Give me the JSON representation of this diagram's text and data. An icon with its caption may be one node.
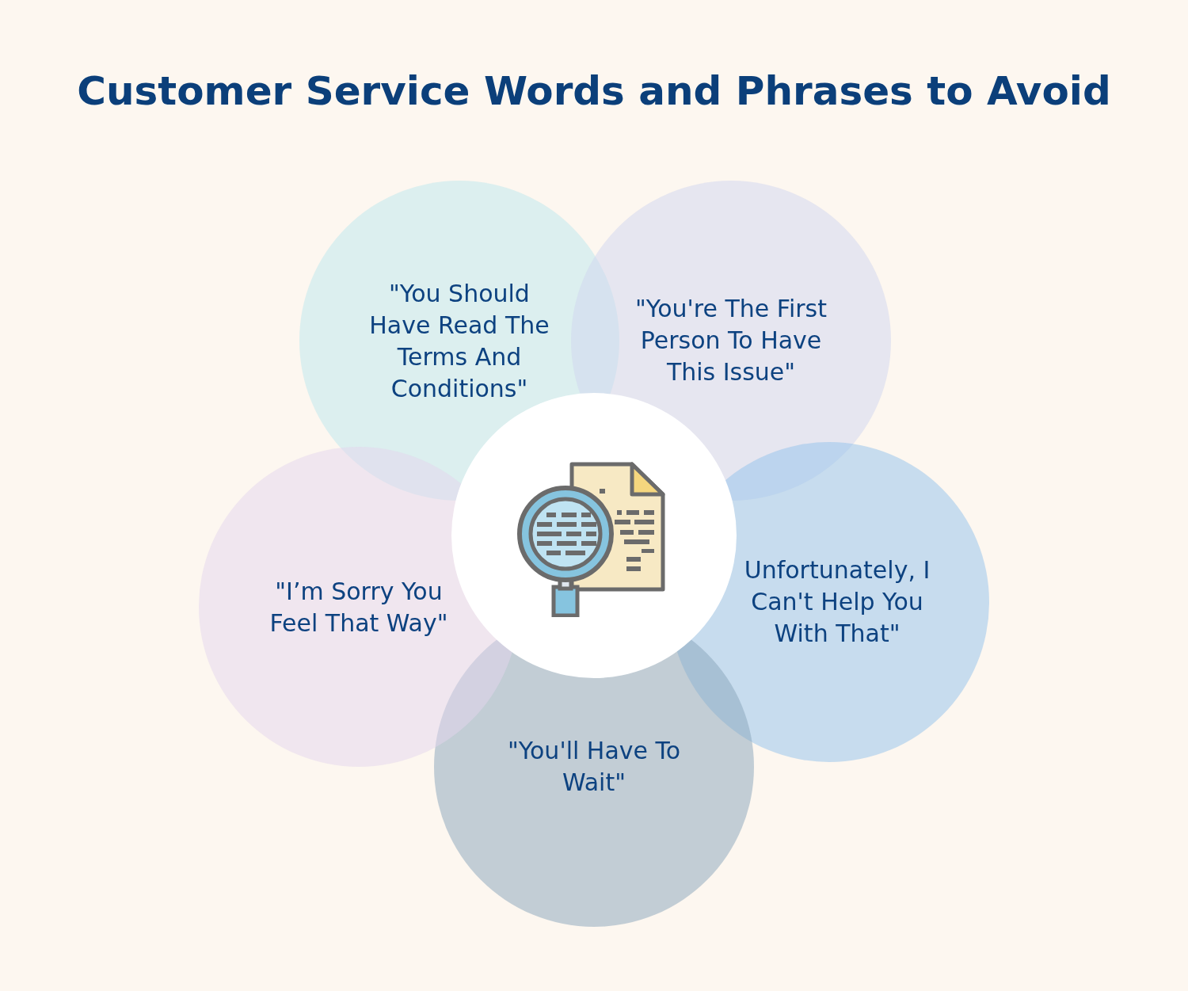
{
  "diagram": {
    "title": "Customer Service Words and Phrases to Avoid",
    "nodes": [
      {
        "text": [
          "\"You Should Have Read The Terms And Conditions\""
        ]
      },
      {
        "text": [
          "\"You're The First Person To Have This Issue\""
        ]
      },
      {
        "text": [
          "Unfortunately, I Can't Help You With That\""
        ]
      },
      {
        "text": [
          "\"You'll Have To Wait\""
        ]
      },
      {
        "text": [
          "\"I’m Sorry You Feel That Way\""
        ]
      },
      {
        "text": [],
        "shape": "circle"
      }
    ]
  }
}
